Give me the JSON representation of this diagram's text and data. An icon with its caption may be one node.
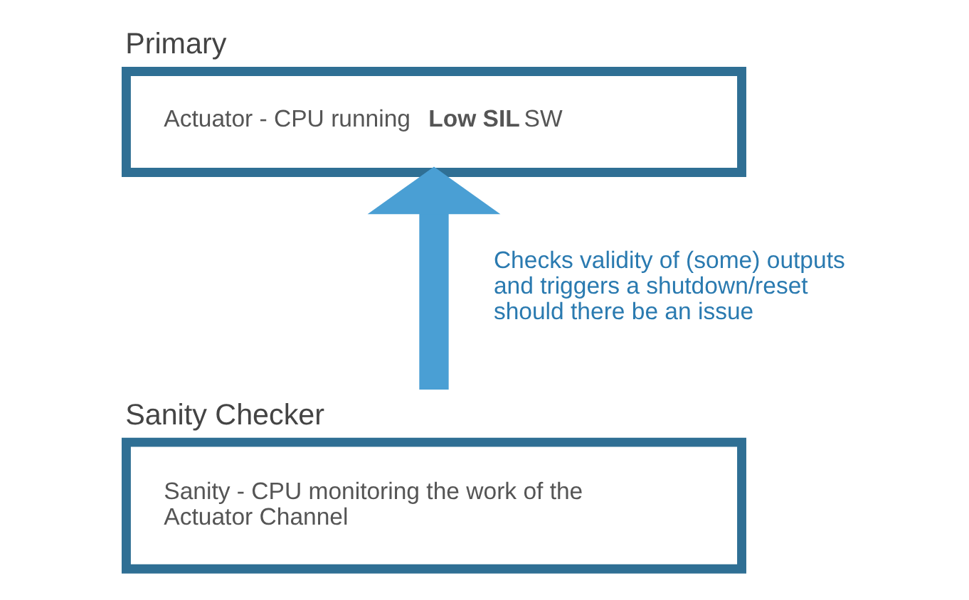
{
  "diagram": {
    "nodes": [
      {
        "text": [
          "Primary",
          "Actuator - CPU running **Low SIL** SW"
        ]
      },
      {
        "text": [
          "Sanity Checker",
          "Sanity - CPU monitoring the work of the Actuator Channel"
        ]
      }
    ],
    "edges": [
      {
        "from": 1,
        "to": 0,
        "arrow": "to",
        "label": "Checks validity of (some) outputs and triggers a shutdown/reset should there be an issue"
      }
    ]
  }
}
